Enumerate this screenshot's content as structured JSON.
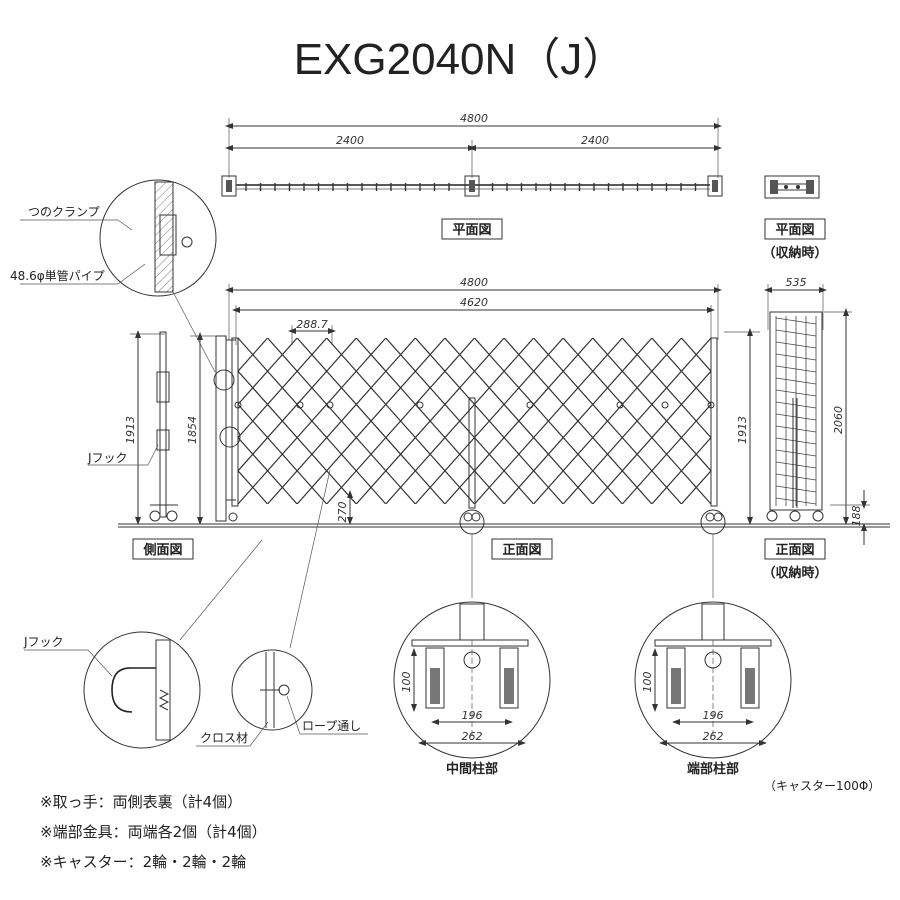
{
  "title": "EXG2040N（J）",
  "plan_view": {
    "label": "平面図",
    "dim_total": "4800",
    "dim_left": "2400",
    "dim_right": "2400"
  },
  "plan_view_stored": {
    "label_line1": "平面図",
    "label_line2": "（収納時）"
  },
  "side_view": {
    "label": "側面図",
    "dim_height": "1913",
    "hook_label": "Jフック"
  },
  "front_view": {
    "label": "正面図",
    "dim_total": "4800",
    "dim_inner": "4620",
    "dim_pitch": "288.7",
    "dim_height_outer": "1854",
    "dim_height_right": "1913",
    "dim_bottom": "270"
  },
  "front_view_stored": {
    "label_line1": "正面図",
    "label_line2": "（収納時）",
    "dim_width": "535",
    "dim_height": "2060",
    "dim_bottom": "188"
  },
  "clamp_detail": {
    "clamp_label": "つのクランプ",
    "pipe_label": "48.6φ単管パイプ"
  },
  "hook_detail": {
    "label": "Jフック"
  },
  "cross_detail": {
    "cross_label": "クロス材",
    "rope_label": "ロープ通し"
  },
  "middle_post_detail": {
    "label": "中間柱部",
    "dim_height": "100",
    "dim_inner": "196",
    "dim_outer": "262"
  },
  "end_post_detail": {
    "label": "端部柱部",
    "dim_height": "100",
    "dim_inner": "196",
    "dim_outer": "262"
  },
  "caster_note": "（キャスター100Φ）",
  "notes": [
    "※取っ手：両側表裏（計4個）",
    "※端部金具：両端各2個（計4個）",
    "※キャスター：2輪・2輪・2輪"
  ]
}
